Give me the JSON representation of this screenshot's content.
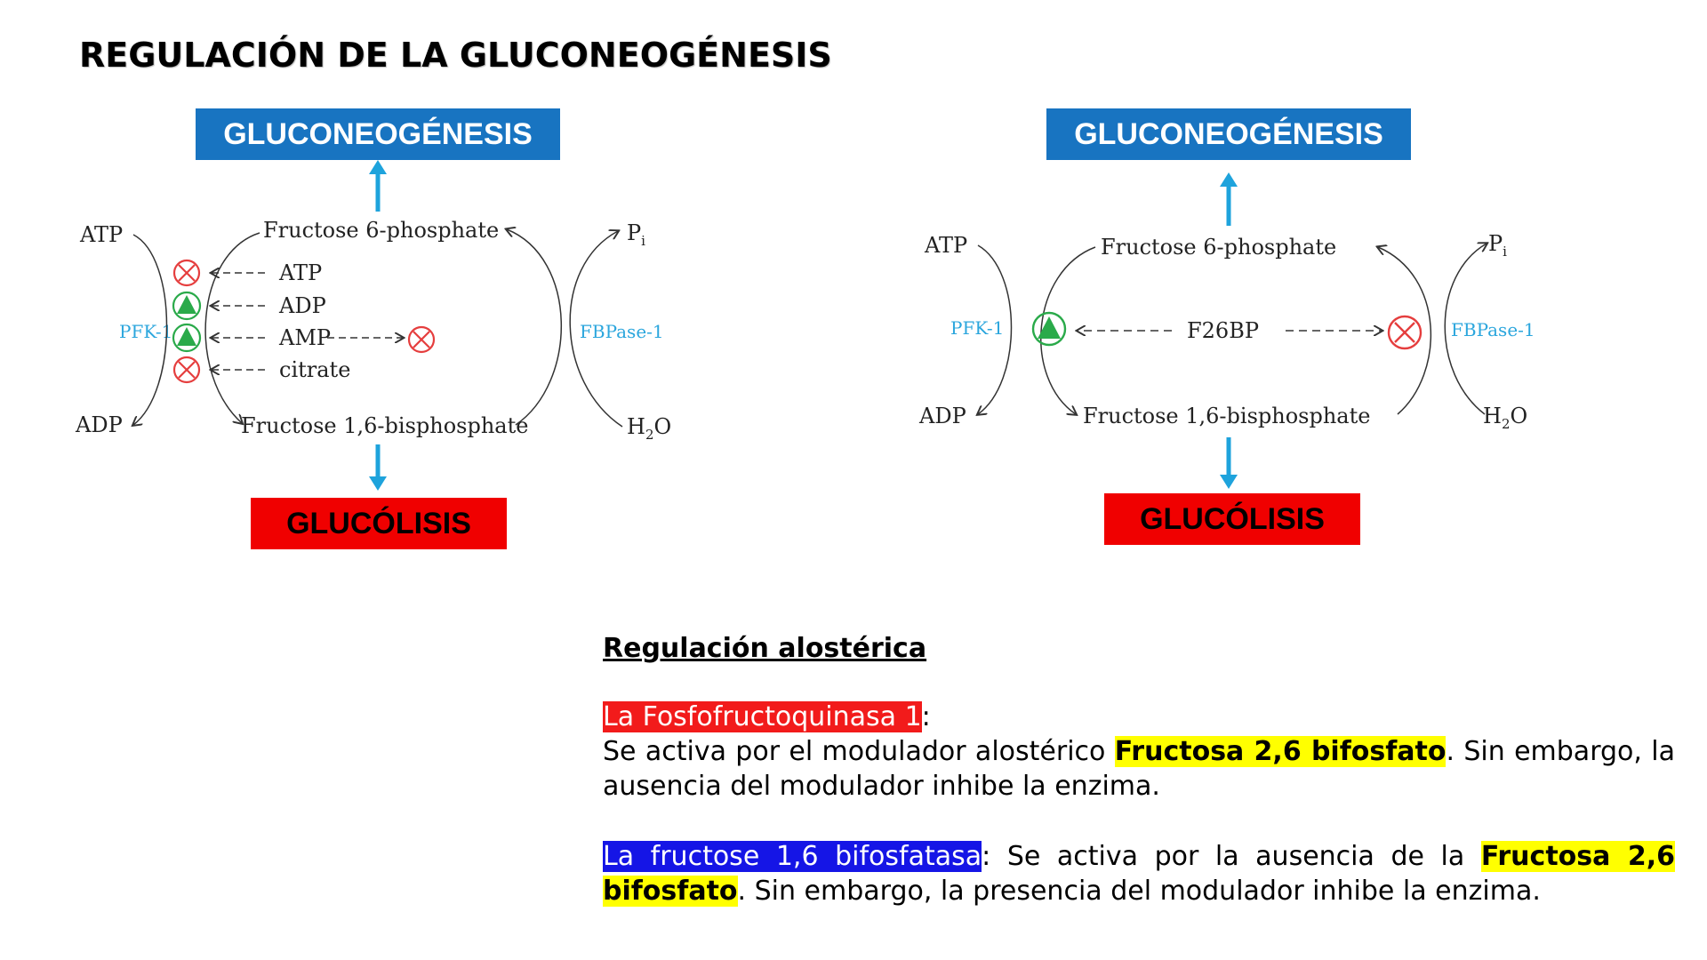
{
  "title": "REGULACIÓN DE LA GLUCONEOGÉNESIS",
  "colors": {
    "blue_box": "#1874c1",
    "red_box": "#f00000",
    "arrow": "#1ea3dc",
    "enzyme": "#2ba6dd",
    "activator": "#2aaa4a",
    "inhibitor": "#e53e3e"
  },
  "diagram_left": {
    "top_box": "GLUCONEOGÉNESIS",
    "bottom_box": "GLUCÓLISIS",
    "top_metabolite": "Fructose 6-phosphate",
    "bottom_metabolite": "Fructose 1,6-bisphosphate",
    "left_enzyme": "PFK-1",
    "right_enzyme": "FBPase-1",
    "left_in": "ATP",
    "left_out": "ADP",
    "right_out": "P",
    "right_out_sub": "i",
    "right_in": "H",
    "right_in_sub": "2",
    "right_in_tail": "O",
    "effectors": [
      {
        "label": "ATP",
        "pfk": "inhibitor-icon"
      },
      {
        "label": "ADP",
        "pfk": "activator-icon"
      },
      {
        "label": "AMP",
        "pfk": "activator-icon",
        "fbpase": "inhibitor-icon"
      },
      {
        "label": "citrate",
        "pfk": "inhibitor-icon"
      }
    ]
  },
  "diagram_right": {
    "top_box": "GLUCONEOGÉNESIS",
    "bottom_box": "GLUCÓLISIS",
    "top_metabolite": "Fructose 6-phosphate",
    "bottom_metabolite": "Fructose 1,6-bisphosphate",
    "left_enzyme": "PFK-1",
    "right_enzyme": "FBPase-1",
    "left_in": "ATP",
    "left_out": "ADP",
    "right_out": "P",
    "right_out_sub": "i",
    "right_in": "H",
    "right_in_sub": "2",
    "right_in_tail": "O",
    "effector": "F26BP",
    "pfk": "activator-icon",
    "fbpase": "inhibitor-icon"
  },
  "text": {
    "subheading": "Regulación alostérica",
    "pfk_name": "La Fosfofructoquinasa 1",
    "pfk_colon": ":",
    "pfk_p1": "Se activa por el modulador alostérico ",
    "pfk_hl": "Fructosa 2,6 bifosfato",
    "pfk_p2": ". Sin embargo, la ausencia del modulador inhibe la enzima.",
    "fbp_name": "La fructose 1,6 bifosfatasa",
    "fbp_p1": ": Se activa por la ausencia de la ",
    "fbp_hl": "Fructosa 2,6 bifosfato",
    "fbp_p2": ". Sin embargo, la presencia del modulador inhibe la enzima."
  }
}
